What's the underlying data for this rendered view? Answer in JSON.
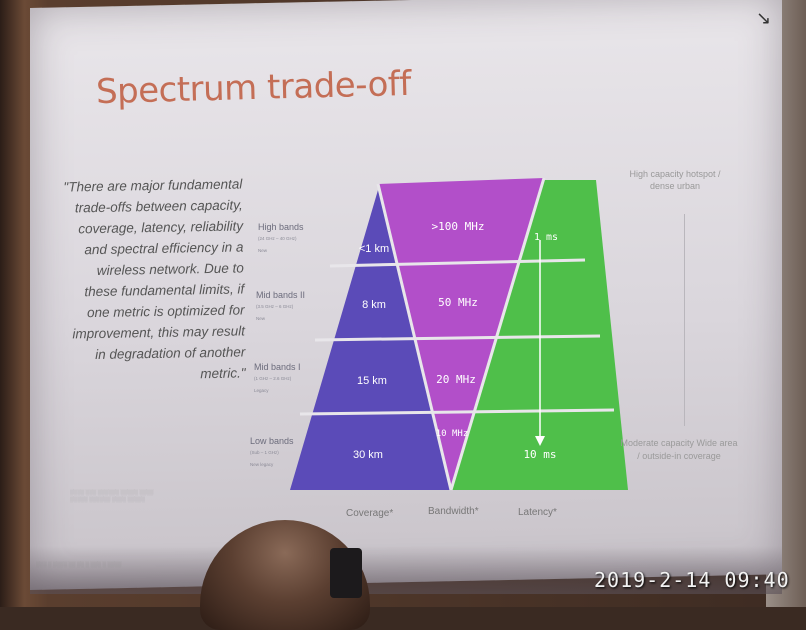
{
  "slide": {
    "title": "Spectrum trade-off",
    "quote": "\"There are major fundamental trade-offs between capacity, coverage, latency, reliability and spectral efficiency in a wireless network. Due to these fundamental limits, if one metric is optimized for improvement, this may result in degradation of another metric.\"",
    "bands": [
      {
        "name": "High bands",
        "range": "(24 GHz – 40 GHz)",
        "tag": "New"
      },
      {
        "name": "Mid bands II",
        "range": "(3.5 GHz – 6 GHz)",
        "tag": "New"
      },
      {
        "name": "Mid bands I",
        "range": "(1 GHz – 2.6 GHz)",
        "tag": "Legacy"
      },
      {
        "name": "Low bands",
        "range": "(Sub – 1 GHz)",
        "tag": "New legacy"
      }
    ],
    "coverage_values": [
      "<1 km",
      "8 km",
      "15 km",
      "30 km"
    ],
    "bandwidth_values": [
      ">100 MHz",
      "50 MHz",
      "20 MHz",
      "10 MHz"
    ],
    "latency_values": [
      "1 ms",
      "10 ms"
    ],
    "columns": [
      "Coverage*",
      "Bandwidth*",
      "Latency*"
    ],
    "side_top": "High capacity hotspot / dense urban",
    "side_bottom": "Moderate capacity Wide area / outside-in coverage",
    "colors": {
      "coverage": "#5b4bb8",
      "bandwidth": "#b24fc9",
      "latency": "#4fbf4a",
      "title": "#c46e56"
    }
  },
  "photo": {
    "timestamp": "2019-2-14 09:40"
  }
}
